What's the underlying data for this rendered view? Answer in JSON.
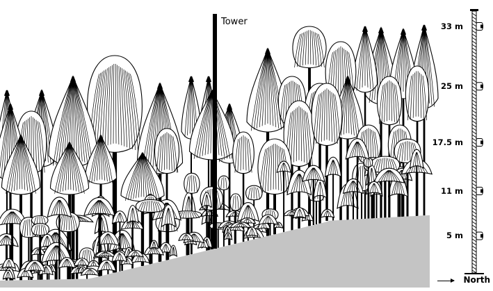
{
  "diagram": {
    "tower_label": "Tower",
    "heights": [
      {
        "label": "33 m",
        "m": 33
      },
      {
        "label": "25 m",
        "m": 25
      },
      {
        "label": "17.5 m",
        "m": 17.5
      },
      {
        "label": "11 m",
        "m": 11
      },
      {
        "label": "5 m",
        "m": 5
      }
    ],
    "direction_label": "North",
    "colors": {
      "ground": "#c4c4c4",
      "ink": "#000000",
      "canopy_fill": "#ffffff"
    }
  }
}
